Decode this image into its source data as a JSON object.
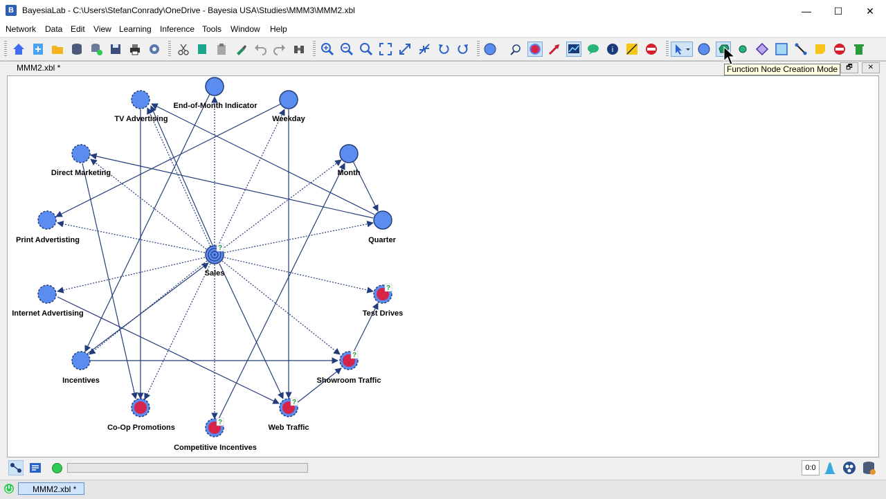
{
  "window": {
    "title": "BayesiaLab - C:\\Users\\StefanConrady\\OneDrive - Bayesia USA\\Studies\\MMM3\\MMM2.xbl",
    "minimize": "—",
    "maximize": "☐",
    "close": "✕"
  },
  "menu": [
    "Network",
    "Data",
    "Edit",
    "View",
    "Learning",
    "Inference",
    "Tools",
    "Window",
    "Help"
  ],
  "tooltip": "Function Node Creation Mode",
  "inner": {
    "title": "MMM2.xbl *",
    "restore": "🗗",
    "close": "✕"
  },
  "nodes": {
    "tv": "TV Advertising",
    "eom": "End-of-Month Indicator",
    "weekday": "Weekday",
    "month": "Month",
    "quarter": "Quarter",
    "direct": "Direct Marketing",
    "print": "Print Advertisting",
    "sales": "Sales",
    "internet": "Internet Advertising",
    "testdrives": "Test Drives",
    "incentives": "Incentives",
    "showroom": "Showroom Traffic",
    "coop": "Co-Op Promotions",
    "web": "Web Traffic",
    "competitive": "Competitive Incentives"
  },
  "node_badge": "?",
  "status": {
    "counter": "0:0"
  },
  "taskbar": {
    "tab": "MMM2.xbl *"
  },
  "colors": {
    "node_blue": "#5b8cf0",
    "node_red": "#d6244a",
    "edge": "#233d7a",
    "accent": "#cfe3fb"
  }
}
